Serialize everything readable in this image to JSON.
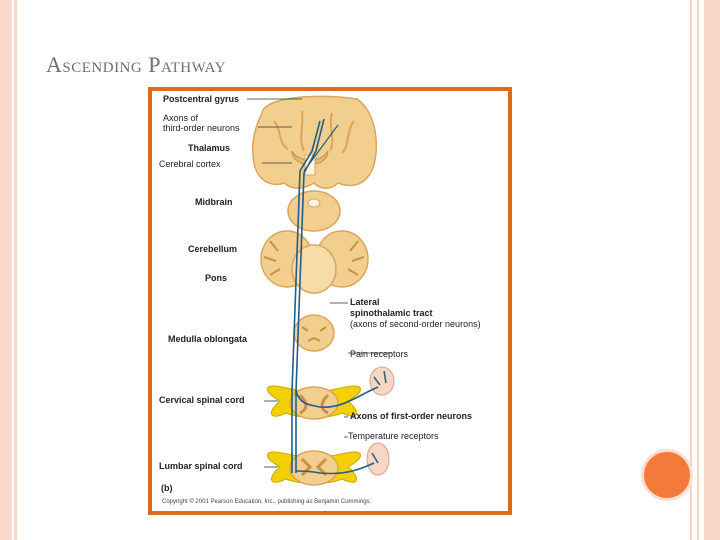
{
  "slide": {
    "title": "Ascending Pathway"
  },
  "figure": {
    "labels": {
      "postcentral_gyrus": "Postcentral gyrus",
      "axons_third_order_1": "Axons of",
      "axons_third_order_2": "third-order neurons",
      "thalamus": "Thalamus",
      "cerebral_cortex": "Cerebral cortex",
      "midbrain": "Midbrain",
      "cerebellum": "Cerebellum",
      "pons": "Pons",
      "lateral_1": "Lateral",
      "lateral_2": "spinothalamic tract",
      "lateral_3": "(axons of second-order neurons)",
      "medulla": "Medulla oblongata",
      "pain_receptors": "Pain receptors",
      "cervical": "Cervical spinal cord",
      "axons_first_order": "Axons of first-order neurons",
      "temperature_receptors": "Temperature receptors",
      "lumbar": "Lumbar spinal cord",
      "part": "(b)"
    },
    "copyright": "Copyright © 2001 Pearson Education, Inc., publishing as Benjamin Cummings."
  },
  "colors": {
    "accent": "#e06a1c",
    "circle": "#f47a3c",
    "tissue": "#f3cf8f",
    "tissue_dark": "#d9a55c",
    "cord_yellow": "#f5d000",
    "tract_blue": "#1f5f8a"
  }
}
